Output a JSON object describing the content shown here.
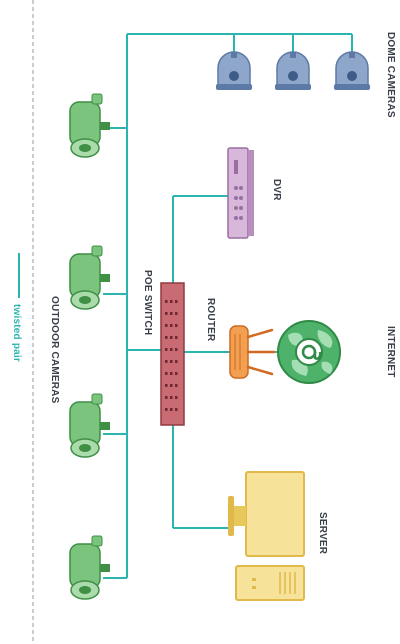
{
  "labels": {
    "dome_cameras": "DOME CAMERAS",
    "dvr": "DVR",
    "internet": "INTERNET",
    "router": "ROUTER",
    "poe_switch": "POE SWITCH",
    "outdoor_cameras": "OUTDOOR CAMERAS",
    "server": "SERVER",
    "legend": "twisted pair"
  },
  "colors": {
    "cable": "#2bb5b0",
    "switch_fill": "#c86b72",
    "switch_stroke": "#8f3940",
    "dome": "#8ea6c9",
    "dome_dark": "#5d7aa7",
    "outdoor": "#7bc47d",
    "outdoor_dark": "#3f8f45",
    "dvr": "#d7b7da",
    "dvr_dark": "#9a6ea1",
    "router": "#f0a050",
    "router_dark": "#d06a20",
    "globe": "#4fb26a",
    "globe_light": "#a6deb4",
    "server": "#f7e29a",
    "server_dark": "#e0b94a",
    "dashed": "#9a9a9a"
  }
}
